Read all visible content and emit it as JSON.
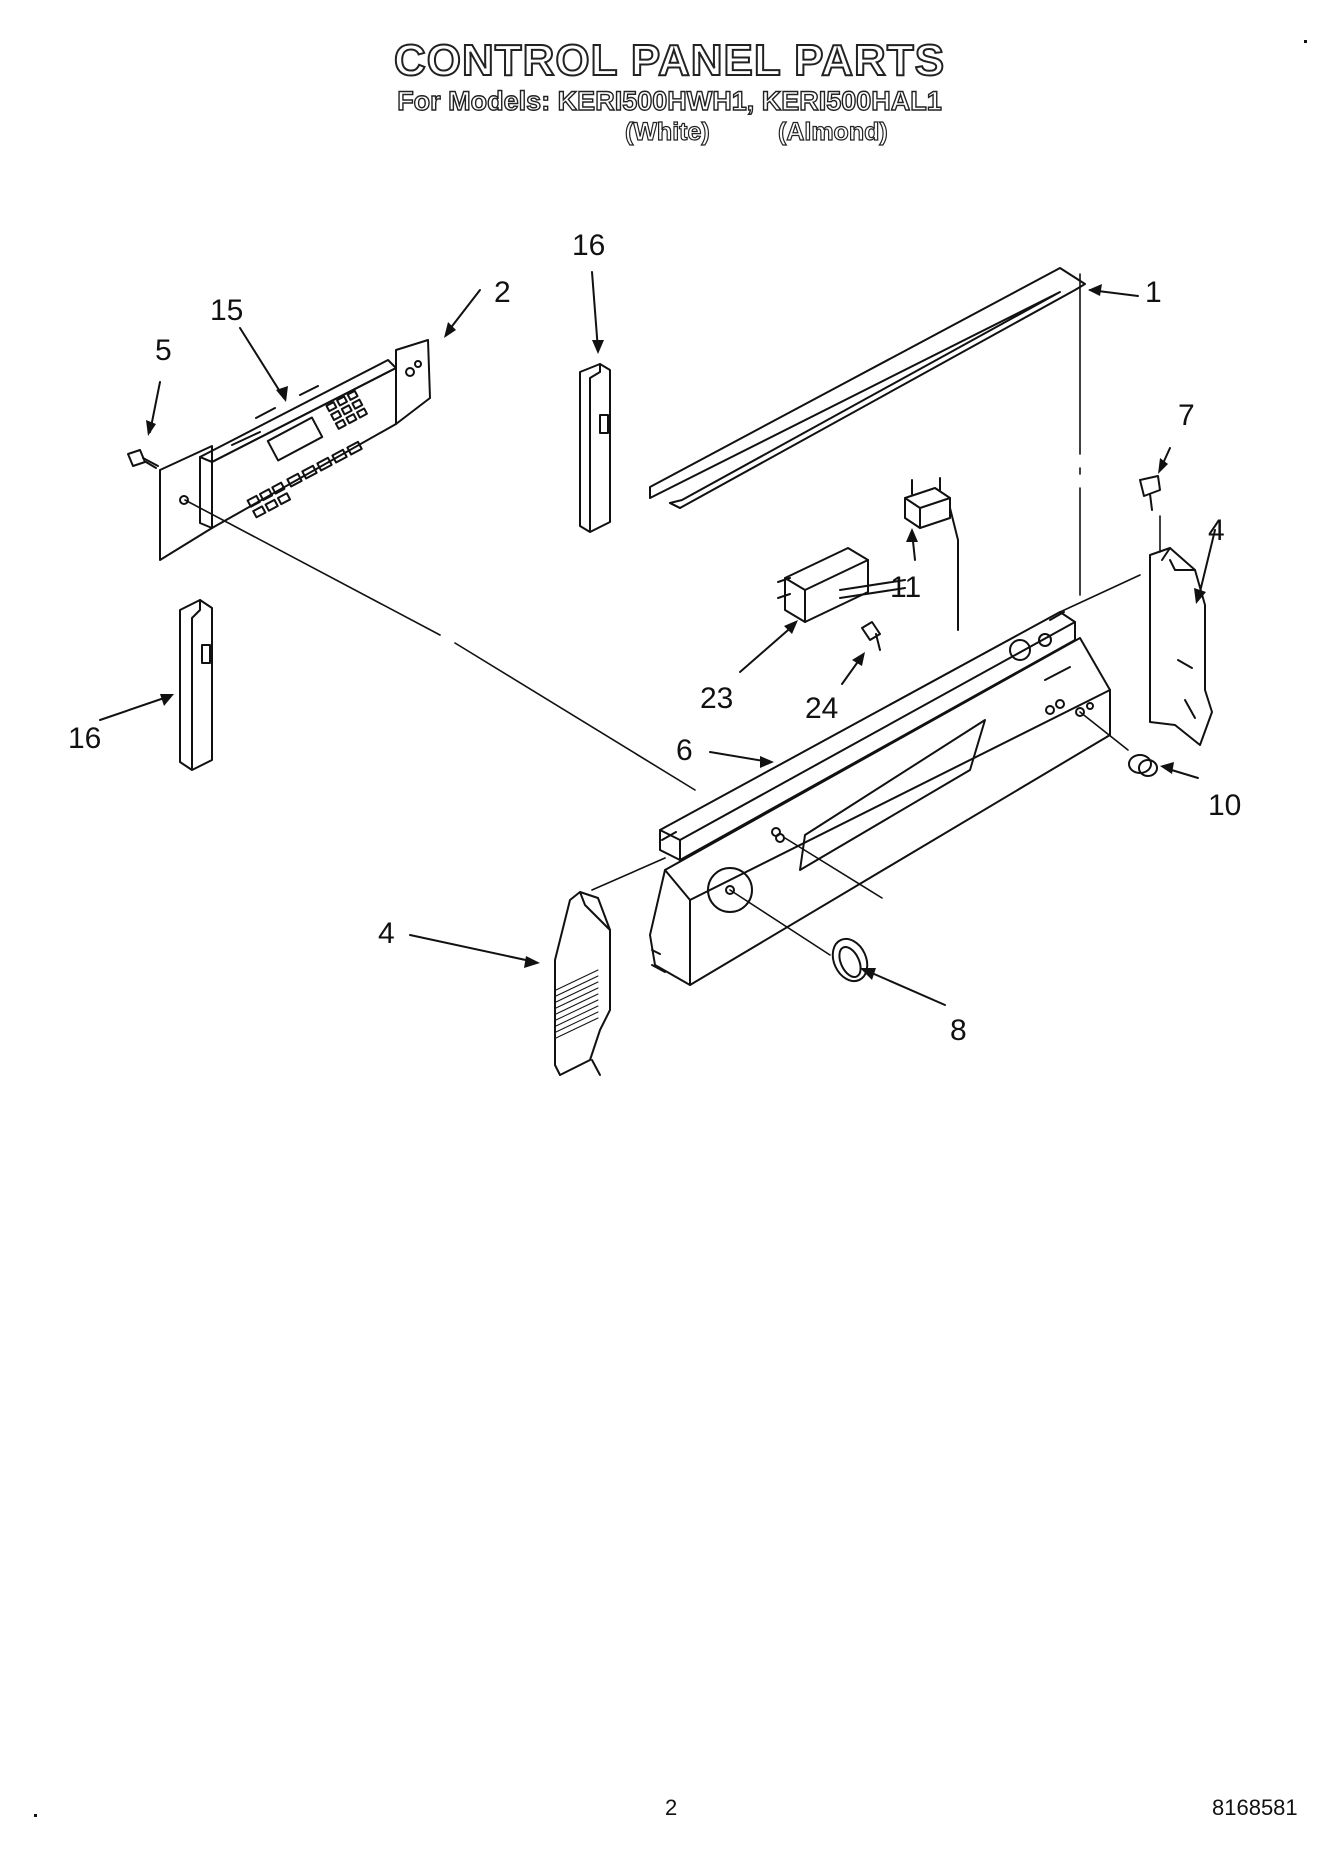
{
  "header": {
    "title": "CONTROL PANEL PARTS",
    "models_line": "For Models: KERI500HWH1, KERI500HAL1",
    "variant_white": "(White)",
    "variant_almond": "(Almond)"
  },
  "callouts": {
    "c1": "1",
    "c2": "2",
    "c4a": "4",
    "c4b": "4",
    "c5": "5",
    "c6": "6",
    "c7": "7",
    "c8": "8",
    "c10": "10",
    "c11": "11",
    "c15": "15",
    "c16a": "16",
    "c16b": "16",
    "c23": "23",
    "c24": "24"
  },
  "footer": {
    "page_number": "2",
    "document_number": "8168581"
  }
}
